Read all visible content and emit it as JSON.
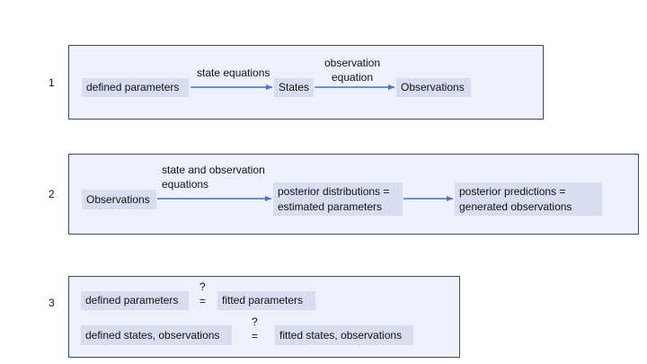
{
  "rows": [
    {
      "number": "1",
      "nodes": [
        "defined parameters",
        "States",
        "Observations"
      ],
      "edge_labels": [
        "state equations",
        "observation\nequation"
      ]
    },
    {
      "number": "2",
      "nodes": [
        "Observations",
        "posterior distributions =\nestimated parameters",
        "posterior predictions =\n generated observations"
      ],
      "edge_labels": [
        "state and observation\nequations"
      ]
    },
    {
      "number": "3",
      "comparisons": [
        {
          "left": "defined parameters",
          "question": "?",
          "equals": "=",
          "right": "fitted parameters"
        },
        {
          "left": "defined states, observations",
          "question": "?",
          "equals": "=",
          "right": "fitted states, observations"
        }
      ]
    }
  ],
  "colors": {
    "panel_fill": "#eef1fb",
    "panel_border": "#3a4a6b",
    "node_fill": "#d8deef",
    "arrow": "#4a72c4"
  }
}
